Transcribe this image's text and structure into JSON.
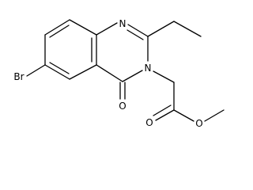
{
  "structure": {
    "atom_labels": {
      "bromine": "Br",
      "ring_nitrogen_top": "N",
      "ring_nitrogen_bottom": "N",
      "carbonyl_oxygen": "O",
      "ester_carbonyl_oxygen": "O",
      "ester_ether_oxygen": "O"
    },
    "colors": {
      "bond": "#000000",
      "label": "#000000",
      "background": "#ffffff"
    }
  }
}
